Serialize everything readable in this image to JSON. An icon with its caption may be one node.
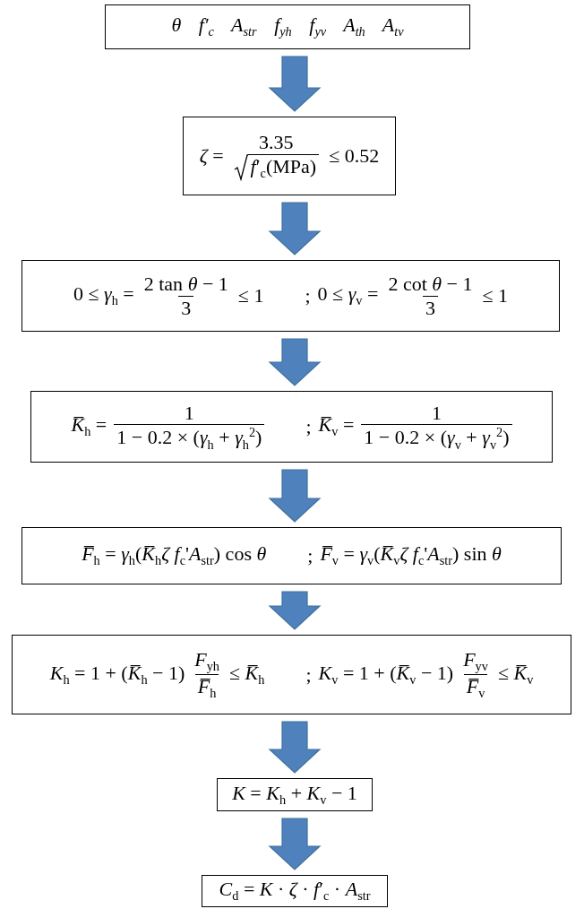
{
  "diagram": {
    "nodes": [
      {
        "text": [
          "θ f′$_{c}$ A$_{str}$ f$_{yh}$ f$_{yv}$ A$_{th}$ A$_{tv}$"
        ]
      },
      {
        "text": [
          "*ζ* =",
          "3.35",
          "*f*′$_{c}$(MPa)",
          "≤ 0.52"
        ]
      },
      {
        "text": [
          "0 ≤ *γ*$_{h}$ =",
          "2 tan *θ* − 1",
          "3",
          "≤ 1",
          ";",
          "0 ≤ *γ*$_{v}$ =",
          "2 cot *θ* − 1",
          "3",
          "≤ 1"
        ]
      },
      {
        "text": [
          "*K̅*$_{h}$ =",
          "1",
          "1 − 0.2 × (*γ*$_{h}$ + *γ*$_{h}$$^{2}$)",
          ";",
          "*K̅*$_{v}$ =",
          "1",
          "1 − 0.2 × (*γ*$_{v}$ + *γ*$_{v}$$^{2}$)"
        ]
      },
      {
        "text": [
          "*F̅*$_{h}$ = *γ*$_{h}$(*K̅*$_{h}$*ζ f*$_{c}$'*A*$_{str}$) cos *θ*",
          ";",
          "*F̅*$_{v}$ = *γ*$_{v}$(*K̅*$_{v}$*ζ f*$_{c}$'*A*$_{str}$) sin *θ*"
        ]
      },
      {
        "text": [
          "*K*$_{h}$ = 1 + (*K̅*$_{h}$ − 1)",
          "*F*$_{yh}$",
          "*F̅*$_{h}$",
          "≤ *K̅*$_{h}$",
          ";",
          "*K*$_{v}$ = 1 + (*K̅*$_{v}$ − 1)",
          "*F*$_{yv}$",
          "*F̅*$_{v}$",
          "≤ *K̅*$_{v}$"
        ]
      },
      {
        "text": [
          "*K* = *K*$_{h}$ + *K*$_{v}$ − 1"
        ]
      },
      {
        "text": [
          "*C*$_{d}$ = *K* · *ζ* · *f*′$_{c}$ · *A*$_{str}$"
        ]
      }
    ],
    "edges": [
      {
        "from": 0,
        "to": 1,
        "arrow": "to"
      },
      {
        "from": 1,
        "to": 2,
        "arrow": "to"
      },
      {
        "from": 2,
        "to": 3,
        "arrow": "to"
      },
      {
        "from": 3,
        "to": 4,
        "arrow": "to"
      },
      {
        "from": 4,
        "to": 5,
        "arrow": "to"
      },
      {
        "from": 5,
        "to": 6,
        "arrow": "to"
      },
      {
        "from": 6,
        "to": 7,
        "arrow": "to"
      }
    ]
  }
}
